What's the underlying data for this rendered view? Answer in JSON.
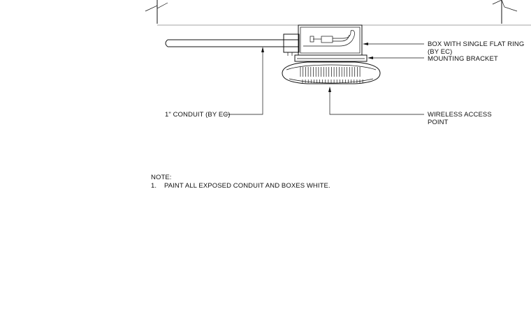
{
  "callouts": {
    "box": "BOX WITH SINGLE FLAT RING (BY EC)",
    "bracket": "MOUNTING BRACKET",
    "conduit": "1\" CONDUIT (BY EC)",
    "access_point": "WIRELESS ACCESS POINT"
  },
  "notes": {
    "heading": "NOTE:",
    "items": [
      {
        "number": "1.",
        "text": "PAINT ALL EXPOSED CONDUIT AND BOXES WHITE."
      }
    ]
  }
}
